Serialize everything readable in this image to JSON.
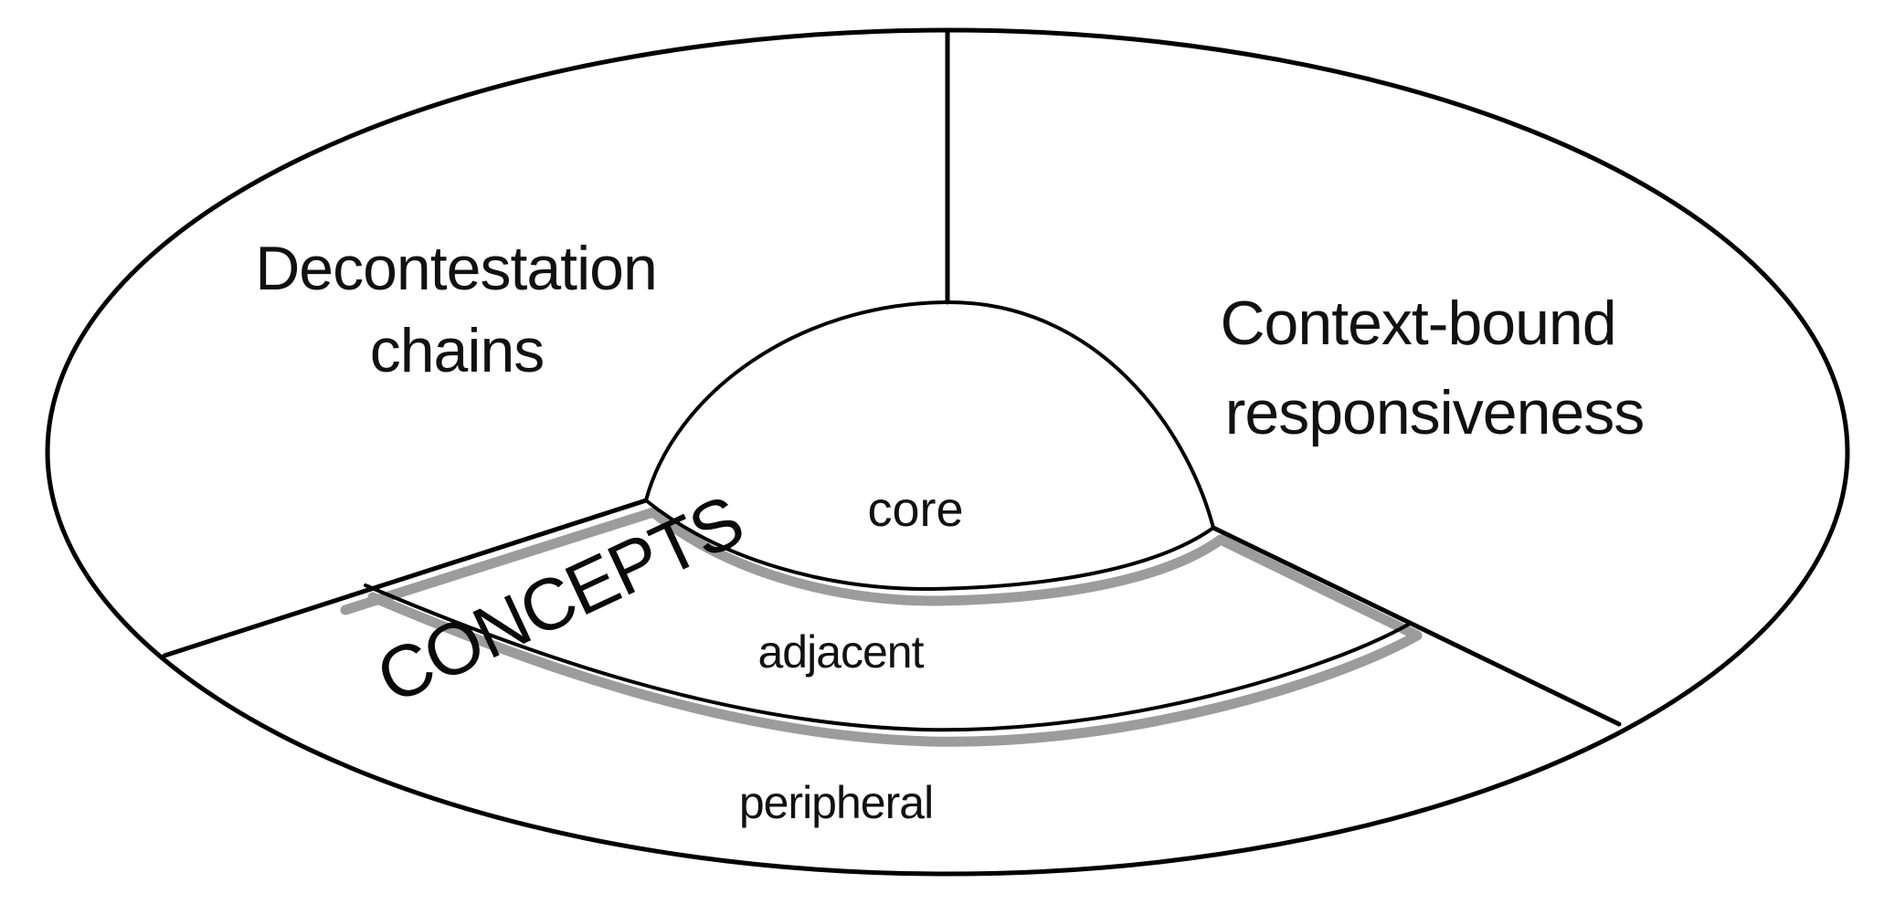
{
  "diagram": {
    "title_hint": "Concentric concept-structure diagram",
    "background_color": "#ffffff",
    "line_color": "#000000",
    "shadow_color": "#9c9c9c",
    "labels": {
      "sector_left_line1": "Decontestation",
      "sector_left_line2": "chains",
      "sector_right_line1": "Context-bound",
      "sector_right_line2": "responsiveness",
      "axis": "CONCEPTS",
      "ring_core": "core",
      "ring_adjacent": "adjacent",
      "ring_peripheral": "peripheral"
    }
  }
}
